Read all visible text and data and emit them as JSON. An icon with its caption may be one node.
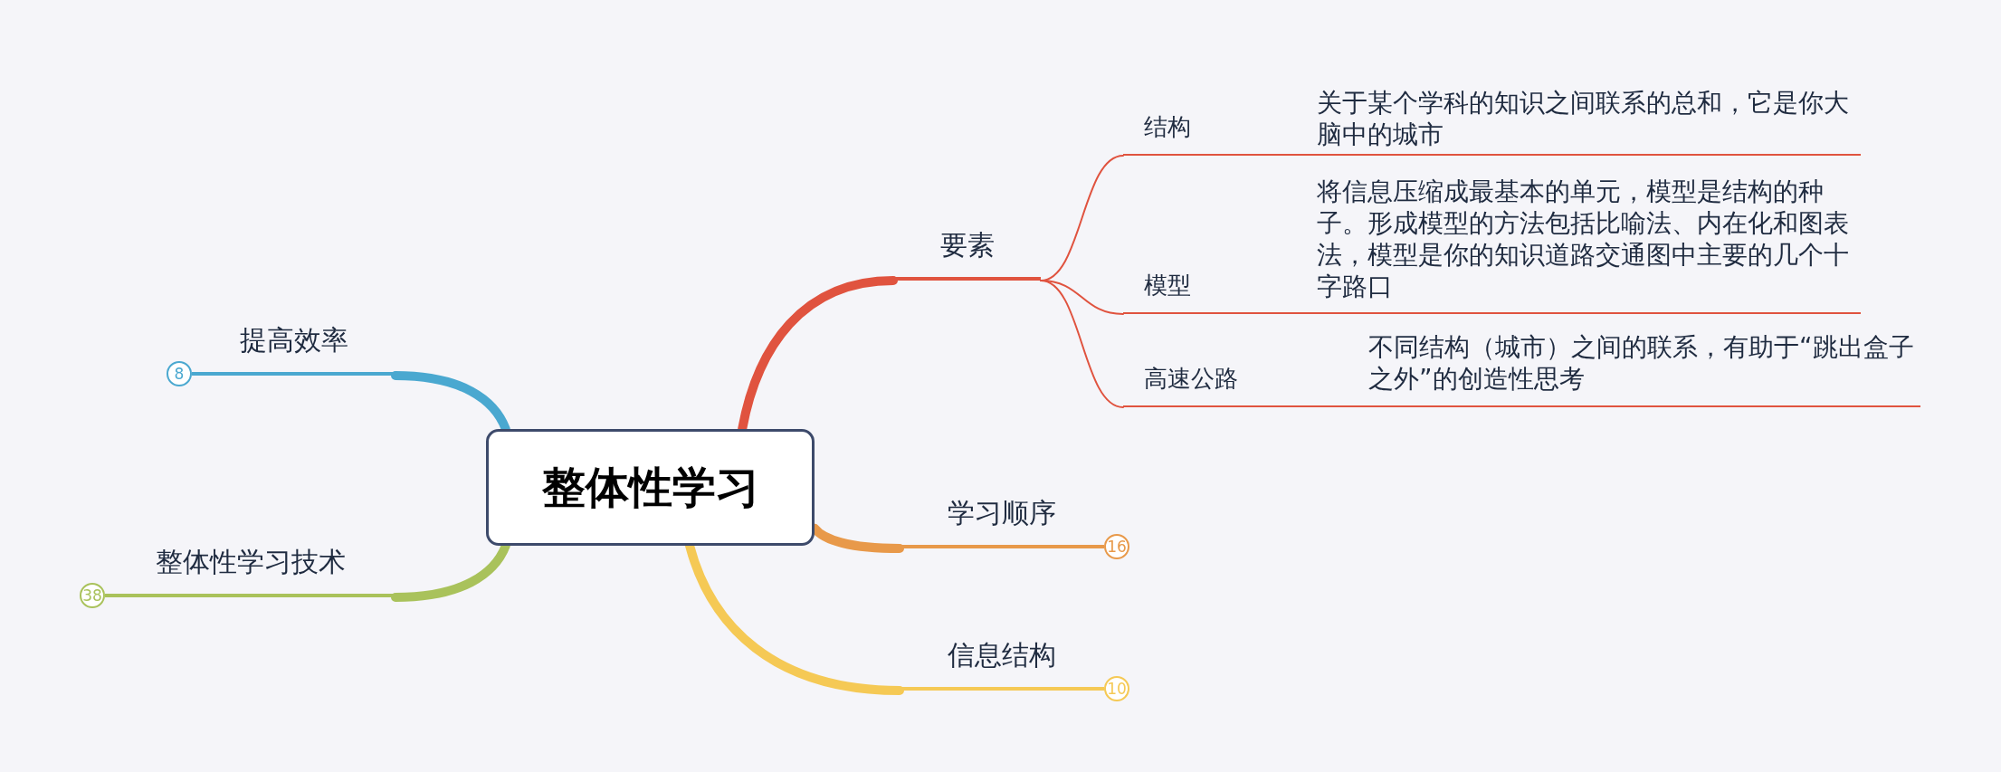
{
  "diagram": {
    "nodes": [
      {
        "text": [
          "整体性学习"
        ]
      },
      {
        "text": [
          "要素"
        ]
      },
      {
        "text": [
          "结构",
          "关于某个学科的知识之间联系的总和，它是你大脑中的城市"
        ]
      },
      {
        "text": [
          "模型",
          "将信息压缩成最基本的单元，模型是结构的种子。形成模型的方法包括比喻法、内在化和图表法，模型是你的知识道路交通图中主要的几个十字路口"
        ]
      },
      {
        "text": [
          "高速公路",
          "不同结构（城市）之间的联系，有助于“跳出盒子之外”的创造性思考"
        ]
      },
      {
        "text": [
          "学习顺序"
        ],
        "beside": [
          "16"
        ]
      },
      {
        "text": [
          "信息结构"
        ],
        "beside": [
          "10"
        ]
      },
      {
        "text": [
          "提高效率"
        ],
        "beside": [
          "8"
        ]
      },
      {
        "text": [
          "整体性学习技术"
        ],
        "beside": [
          "38"
        ]
      }
    ],
    "edges": [
      {
        "from": 0,
        "to": 1,
        "arrow": "none"
      },
      {
        "from": 1,
        "to": 2,
        "arrow": "none"
      },
      {
        "from": 1,
        "to": 3,
        "arrow": "none"
      },
      {
        "from": 1,
        "to": 4,
        "arrow": "none"
      },
      {
        "from": 0,
        "to": 5,
        "arrow": "none",
        "color": "#e8994a"
      },
      {
        "from": 0,
        "to": 6,
        "arrow": "none",
        "color": "#f5c955"
      },
      {
        "from": 0,
        "to": 7,
        "arrow": "none",
        "color": "#4aa8d0"
      },
      {
        "from": 0,
        "to": 8,
        "arrow": "none",
        "color": "#a9c25b"
      }
    ]
  }
}
